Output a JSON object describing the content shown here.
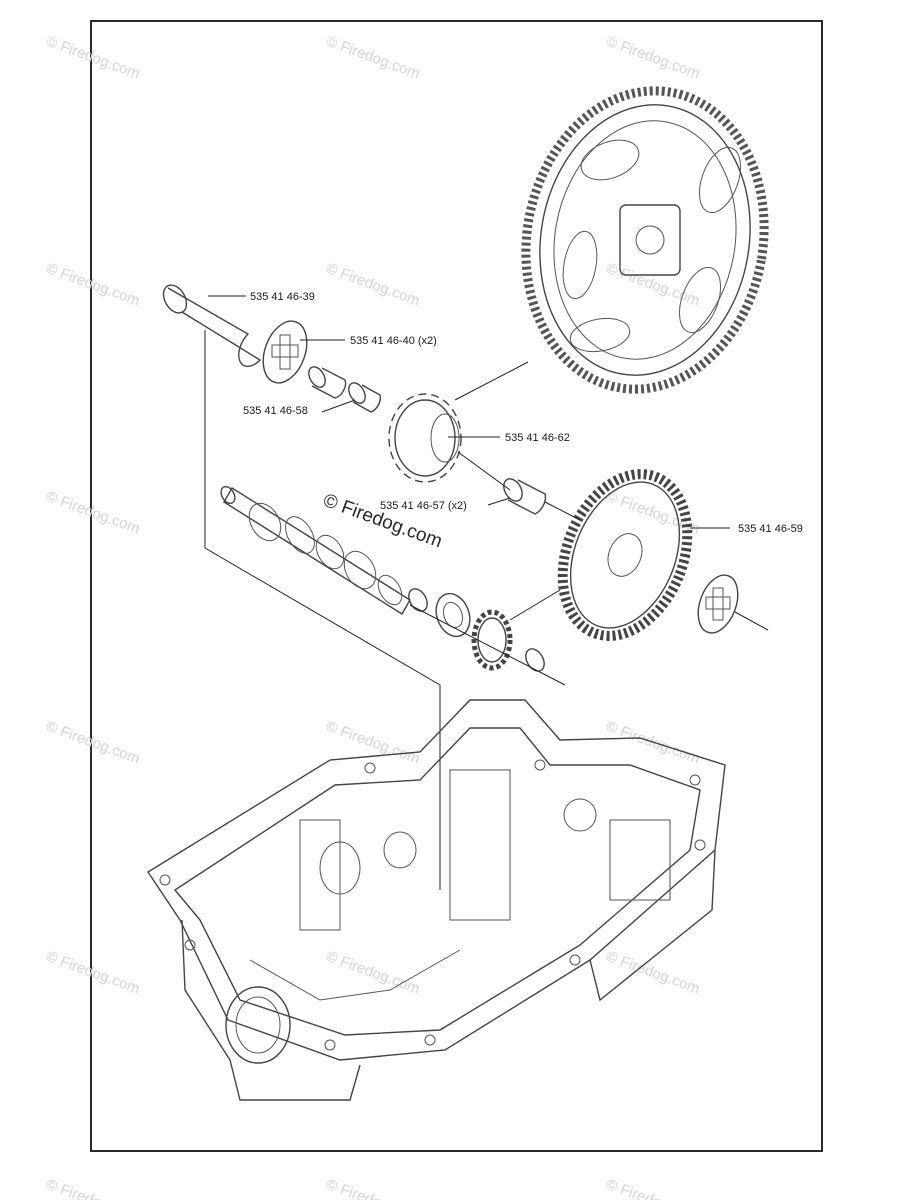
{
  "diagram": {
    "parts": [
      {
        "id": "shaft-tube",
        "label": "535 41 46-39"
      },
      {
        "id": "thrust-washer",
        "label": "535 41 46-40 (x2)"
      },
      {
        "id": "bushing-small",
        "label": "535 41 46-58"
      },
      {
        "id": "pinion-gear",
        "label": "535 41 46-62"
      },
      {
        "id": "bushing-long",
        "label": "535 41 46-57 (x2)"
      },
      {
        "id": "ring-gear",
        "label": "535 41 46-59"
      }
    ],
    "watermark_center": "© Firedog.com",
    "watermark_tile": "© Firedog.com"
  },
  "colors": {
    "line": "#444444",
    "frame": "#2a2a2a",
    "watermark": "#d4d4d4"
  }
}
